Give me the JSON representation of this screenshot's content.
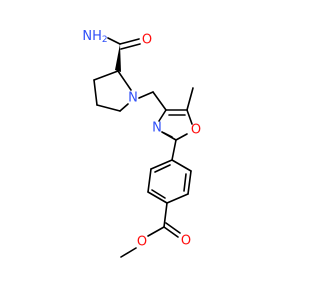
{
  "molecule": {
    "atom_labels": {
      "amide_nh2": "NH2",
      "amide_o": "O",
      "pyrrolidine_n": "N",
      "oxazole_n": "N",
      "oxazole_o": "O",
      "ester_carbonyl_o": "O",
      "ester_o": "O"
    },
    "colors": {
      "oxygen": "#ff0d0d",
      "nitrogen": "#3050f8",
      "carbon": "#000000",
      "background": "#ffffff"
    }
  }
}
